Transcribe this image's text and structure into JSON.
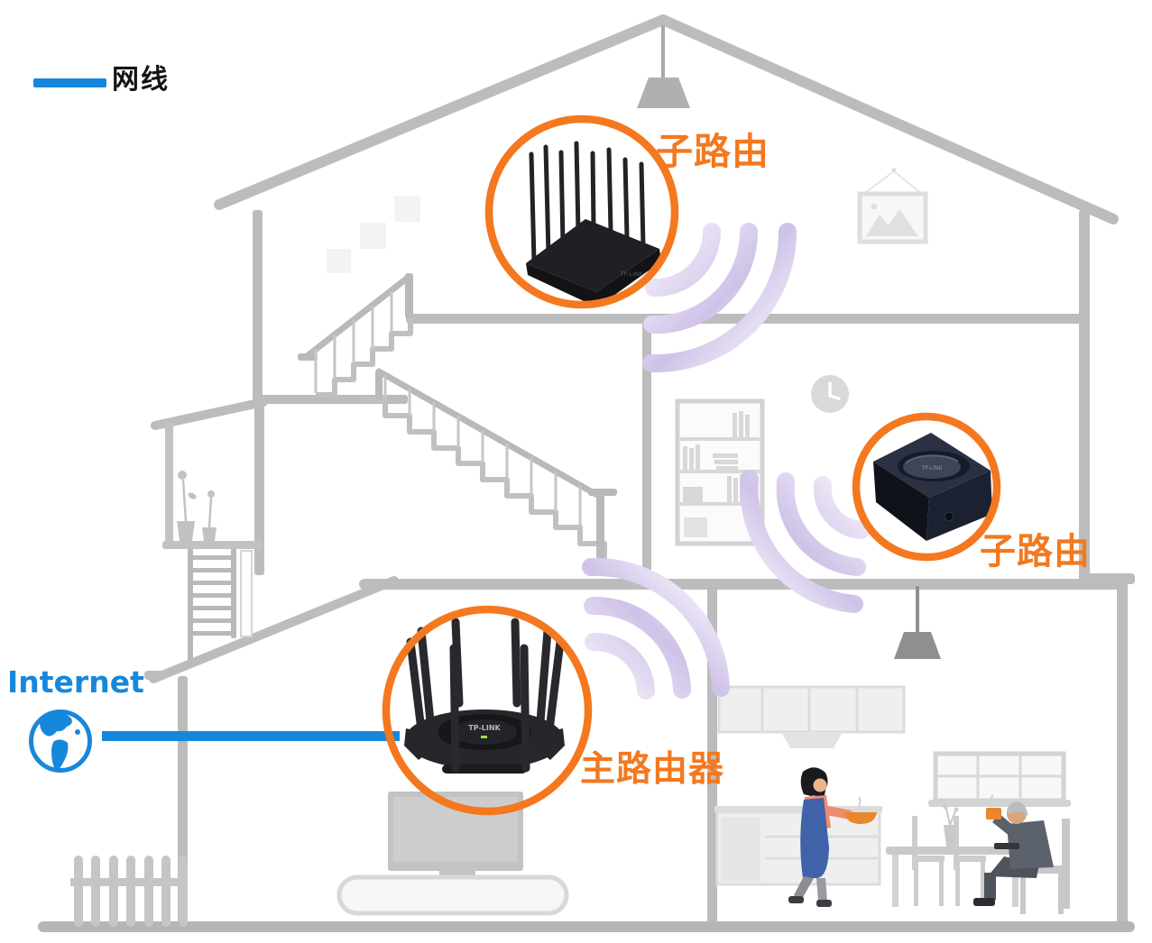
{
  "legend": {
    "cable_label": "网线"
  },
  "internet": {
    "label": "Internet"
  },
  "devices": {
    "attic_sub_router": {
      "label": "子路由",
      "brand": "TP-LINK"
    },
    "cube_sub_router": {
      "label": "子路由",
      "brand": "TP-LINK"
    },
    "main_router": {
      "label": "主路由器",
      "brand": "TP-LINK"
    }
  },
  "colors": {
    "accent_orange": "#F4781F",
    "link_blue": "#1787DC",
    "wifi_wave_lavender": "#CFC2E8",
    "house_line_gray": "#BCBCBC"
  }
}
